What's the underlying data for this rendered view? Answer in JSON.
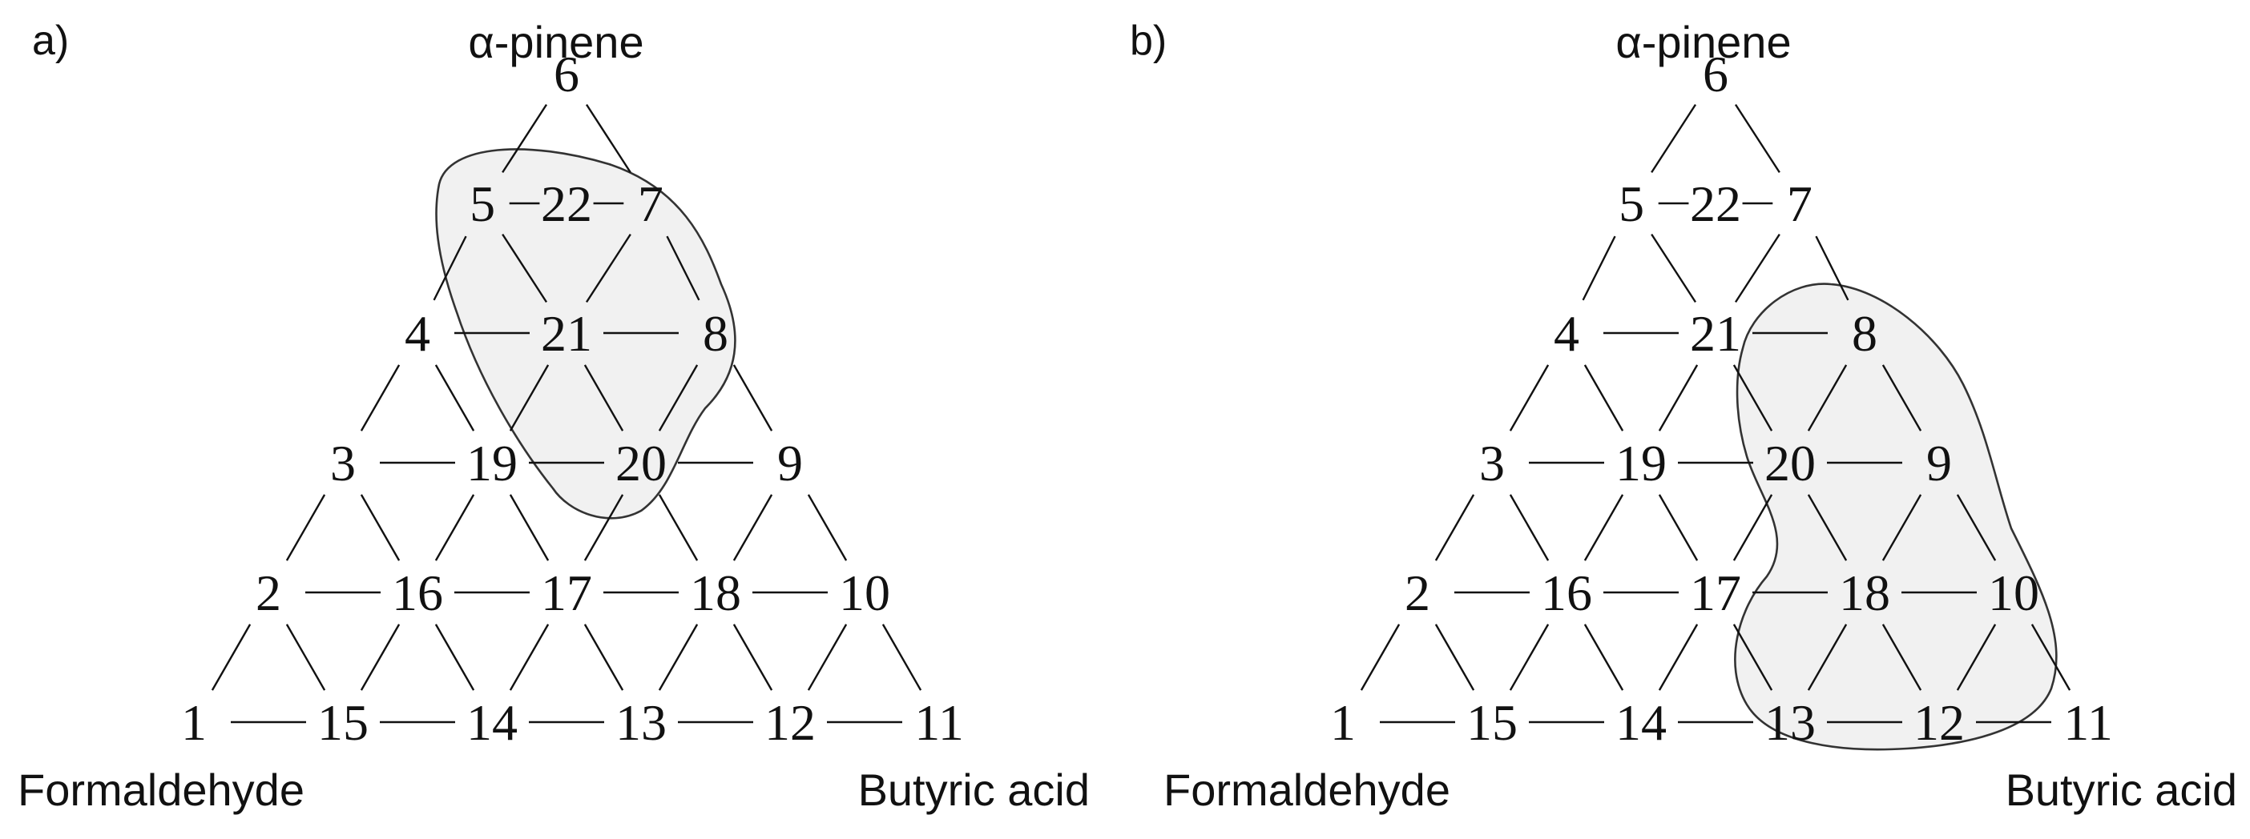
{
  "panels": [
    {
      "id": "a",
      "label": "a)",
      "vertices": {
        "top": "α-pinene",
        "left": "Formaldehyde",
        "right": "Butyric acid"
      },
      "highlighted_nodes": [
        "5",
        "22",
        "7",
        "21",
        "8",
        "20"
      ]
    },
    {
      "id": "b",
      "label": "b)",
      "vertices": {
        "top": "α-pinene",
        "left": "Formaldehyde",
        "right": "Butyric acid"
      },
      "highlighted_nodes": [
        "8",
        "20",
        "9",
        "18",
        "10",
        "13",
        "12",
        "11"
      ]
    }
  ],
  "nodes": [
    {
      "label": "1"
    },
    {
      "label": "15"
    },
    {
      "label": "14"
    },
    {
      "label": "13"
    },
    {
      "label": "12"
    },
    {
      "label": "11"
    },
    {
      "label": "2"
    },
    {
      "label": "16"
    },
    {
      "label": "17"
    },
    {
      "label": "18"
    },
    {
      "label": "10"
    },
    {
      "label": "3"
    },
    {
      "label": "19"
    },
    {
      "label": "20"
    },
    {
      "label": "9"
    },
    {
      "label": "4"
    },
    {
      "label": "21"
    },
    {
      "label": "8"
    },
    {
      "label": "5"
    },
    {
      "label": "22"
    },
    {
      "label": "7"
    },
    {
      "label": "6"
    }
  ],
  "colors": {
    "lines": "#111111",
    "region_fill": "#f1f1f1",
    "region_stroke": "#333333"
  }
}
